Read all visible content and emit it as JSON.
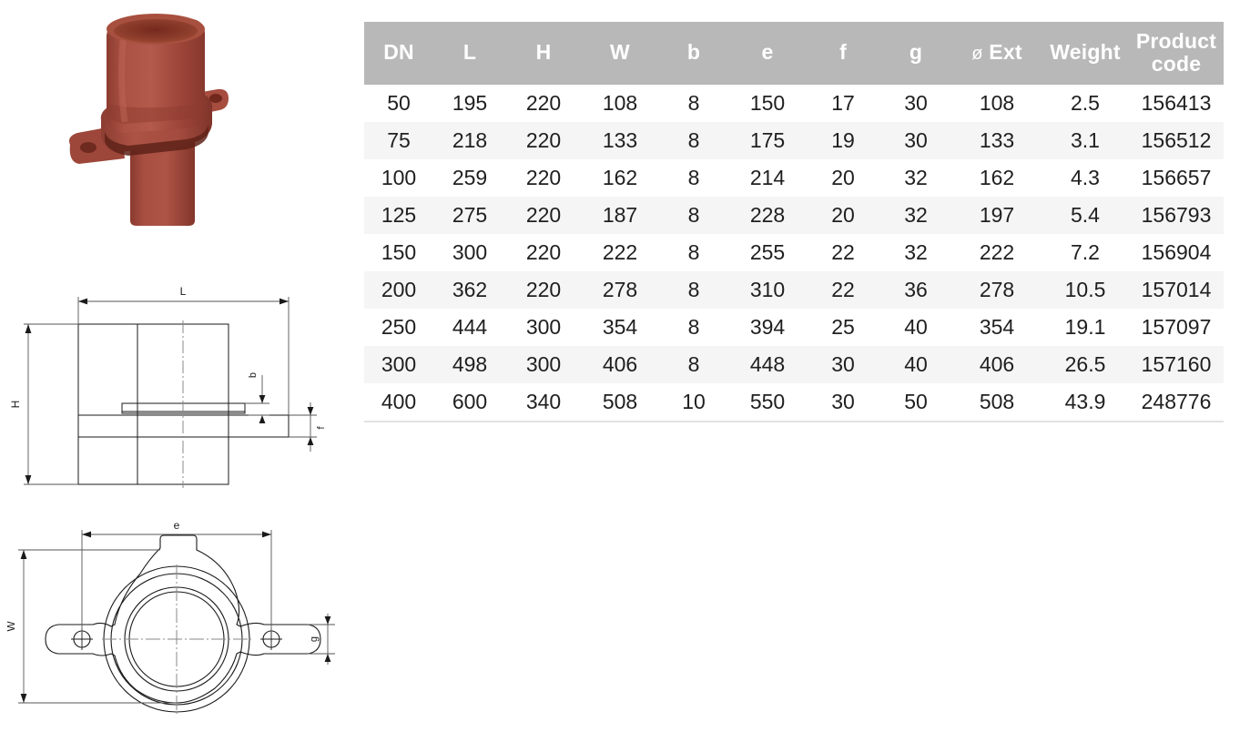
{
  "product": {
    "photo_alt": "cast-iron-pipe-socket-with-flange-and-two-lug-ears",
    "body_color": "#a04a3e",
    "highlight_color": "#b8584a",
    "shadow_color": "#7e3429",
    "bore_color": "#6e2b21"
  },
  "drawings": {
    "side_view": {
      "name": "side-elevation-drawing",
      "labels": {
        "length": "L",
        "height": "H",
        "flange_thickness": "b",
        "foot_thickness": "f"
      }
    },
    "plan_view": {
      "name": "plan-view-drawing",
      "labels": {
        "bolt_spacing": "e",
        "width": "W",
        "lug_width": "g"
      }
    }
  },
  "table": {
    "header_bg": "#b8b8b8",
    "header_color": "#ffffff",
    "stripe_color": "#f5f5f5",
    "columns": [
      {
        "key": "dn",
        "label": "DN"
      },
      {
        "key": "l",
        "label": "L"
      },
      {
        "key": "h",
        "label": "H"
      },
      {
        "key": "w",
        "label": "W"
      },
      {
        "key": "b",
        "label": "b"
      },
      {
        "key": "e",
        "label": "e"
      },
      {
        "key": "f",
        "label": "f"
      },
      {
        "key": "g",
        "label": "g"
      },
      {
        "key": "ext",
        "label_symbol": "ø",
        "label": "Ext"
      },
      {
        "key": "weight",
        "label": "Weight"
      },
      {
        "key": "code",
        "label_line1": "Product",
        "label_line2": "code"
      }
    ],
    "rows": [
      {
        "dn": "50",
        "l": "195",
        "h": "220",
        "w": "108",
        "b": "8",
        "e": "150",
        "f": "17",
        "g": "30",
        "ext": "108",
        "weight": "2.5",
        "code": "156413"
      },
      {
        "dn": "75",
        "l": "218",
        "h": "220",
        "w": "133",
        "b": "8",
        "e": "175",
        "f": "19",
        "g": "30",
        "ext": "133",
        "weight": "3.1",
        "code": "156512"
      },
      {
        "dn": "100",
        "l": "259",
        "h": "220",
        "w": "162",
        "b": "8",
        "e": "214",
        "f": "20",
        "g": "32",
        "ext": "162",
        "weight": "4.3",
        "code": "156657"
      },
      {
        "dn": "125",
        "l": "275",
        "h": "220",
        "w": "187",
        "b": "8",
        "e": "228",
        "f": "20",
        "g": "32",
        "ext": "197",
        "weight": "5.4",
        "code": "156793"
      },
      {
        "dn": "150",
        "l": "300",
        "h": "220",
        "w": "222",
        "b": "8",
        "e": "255",
        "f": "22",
        "g": "32",
        "ext": "222",
        "weight": "7.2",
        "code": "156904"
      },
      {
        "dn": "200",
        "l": "362",
        "h": "220",
        "w": "278",
        "b": "8",
        "e": "310",
        "f": "22",
        "g": "36",
        "ext": "278",
        "weight": "10.5",
        "code": "157014"
      },
      {
        "dn": "250",
        "l": "444",
        "h": "300",
        "w": "354",
        "b": "8",
        "e": "394",
        "f": "25",
        "g": "40",
        "ext": "354",
        "weight": "19.1",
        "code": "157097"
      },
      {
        "dn": "300",
        "l": "498",
        "h": "300",
        "w": "406",
        "b": "8",
        "e": "448",
        "f": "30",
        "g": "40",
        "ext": "406",
        "weight": "26.5",
        "code": "157160"
      },
      {
        "dn": "400",
        "l": "600",
        "h": "340",
        "w": "508",
        "b": "10",
        "e": "550",
        "f": "30",
        "g": "50",
        "ext": "508",
        "weight": "43.9",
        "code": "248776"
      }
    ]
  }
}
